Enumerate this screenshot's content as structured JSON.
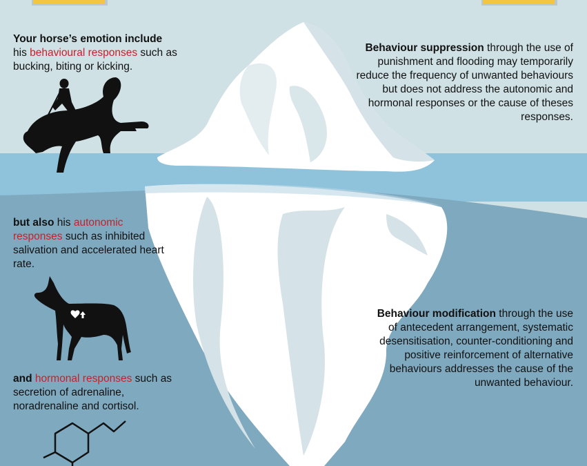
{
  "colors": {
    "sky": "#cfe1e5",
    "water_surface": "#8fc3dc",
    "water_deep": "#7fa9bf",
    "ice": "#ffffff",
    "ice_shadow": "#d5e3e8",
    "highlight_text": "#c8202a",
    "tab": "#f4c443"
  },
  "icons": [
    "bucking-horse-rider-icon",
    "horse-heart-rate-icon",
    "hormone-molecule-icon",
    "iceberg-illustration"
  ],
  "left": {
    "emotion": {
      "bold": "Your horse’s emotion include",
      "pre": "his",
      "highlight": "behavioural responses",
      "post": "such as bucking, biting or kicking."
    },
    "autonomic": {
      "bold": "but also",
      "pre": "his",
      "highlight": "autonomic responses",
      "post": "such as inhibited salivation and accelerated heart rate."
    },
    "hormonal": {
      "bold": "and",
      "highlight": "hormonal responses",
      "post": "such as secretion of adrenaline, noradrenaline and cortisol."
    }
  },
  "right": {
    "suppression": {
      "bold": "Behaviour suppression",
      "rest": "through the use of punishment and flooding may temporarily reduce the frequency of unwanted behaviours but does not address the autonomic and hormonal responses or the cause of theses responses."
    },
    "modification": {
      "bold": "Behaviour modification",
      "rest": "through the use of antecedent arrangement, systematic desensitisation, counter-conditioning and positive reinforcement of alternative behaviours addresses the cause of the unwanted behaviour."
    }
  }
}
